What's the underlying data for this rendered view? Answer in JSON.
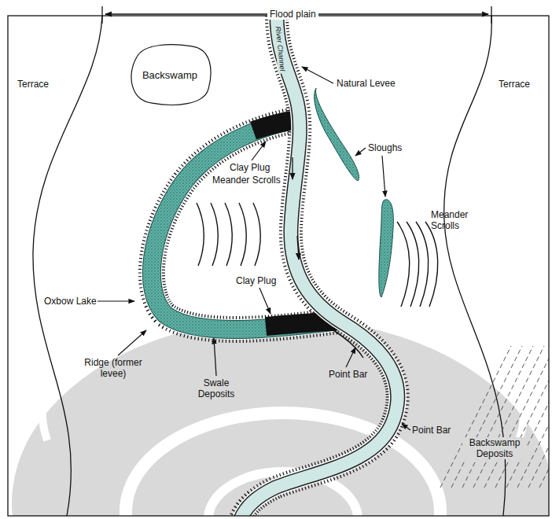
{
  "diagram": {
    "nodes": [
      {
        "text": [
          "Backswamp"
        ]
      }
    ],
    "labels": [
      "Flood plain",
      "Terrace",
      "Terrace",
      "Natural Levee",
      "River Channel",
      "Sloughs",
      "Meander Scrolls",
      "Clay Plug",
      "Meander Scrolls",
      "Clay Plug",
      "Oxbow Lake",
      "Ridge (former levee)",
      "Swale Deposits",
      "Point Bar",
      "Point Bar",
      "Backswamp Deposits"
    ]
  }
}
